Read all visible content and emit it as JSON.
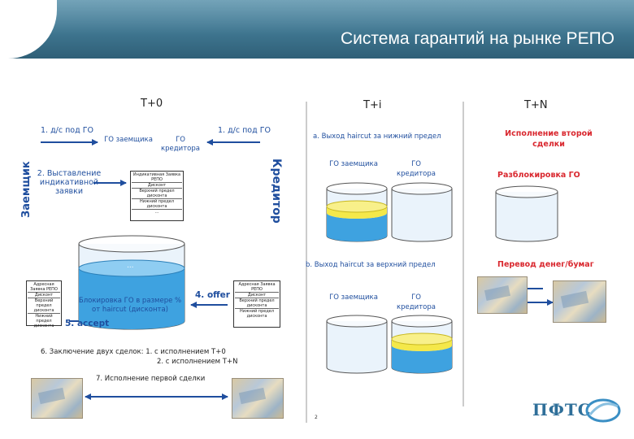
{
  "title": "Система гарантий на рынке РЕПО",
  "columns": {
    "t0": "T+0",
    "ti": "T+i",
    "tn": "T+N"
  },
  "sides": {
    "borrower": "Заемщик",
    "creditor": "Кредитор"
  },
  "left": {
    "step1_left": "1. д/с под ГО",
    "step1_right": "1. д/с под ГО",
    "go_borrower": "ГО заемщика",
    "go_creditor": "ГО кредитора",
    "step2": "2. Выставление индикативной заявки",
    "indicative_box": [
      "Индикативная Заявка РЕПО",
      "Дисконт",
      "Верхний предел дисконта",
      "Нижний предел дисконта",
      "…"
    ],
    "bucket_dots": "…",
    "address_box_left": [
      "Адресная Заявка РЕПО",
      "Дисконт",
      "Верхний предел дисконта",
      "Нижний предел дисконта"
    ],
    "address_box_right": [
      "Адресная Заявка РЕПО",
      "Дисконт",
      "Верхний предел дисконта",
      "Нижний предел дисконта"
    ],
    "block_text": "Блокировка ГО в размере % от haircut (дисконта)",
    "step4": "4. offer",
    "step5": "5. accept",
    "step6_a": "6. Заключение двух сделок: 1. с исполнением Т+0",
    "step6_b": "2. с исполнением Т+N",
    "step7": "7. Исполнение первой сделки"
  },
  "ti": {
    "a_label": "a. Выход haircut за нижний предел",
    "go_borrower": "ГО заемщика",
    "go_creditor": "ГО кредитора",
    "b_label": "b. Выход haircut за верхний предел",
    "go_borrower2": "ГО заемщика",
    "go_creditor2": "ГО кредитора",
    "page_number": "2"
  },
  "tn": {
    "execution": "Исполнение второй сделки",
    "unblock": "Разблокировка ГО",
    "transfer": "Перевод денег/бумаг"
  },
  "logo": {
    "text": "ПФТС"
  },
  "colors": {
    "accent_blue": "#1f4e9e",
    "red": "#d9272e",
    "water_blue": "#3ea2e0",
    "water_yellow": "#f4e84a",
    "header": "#3f7690"
  }
}
